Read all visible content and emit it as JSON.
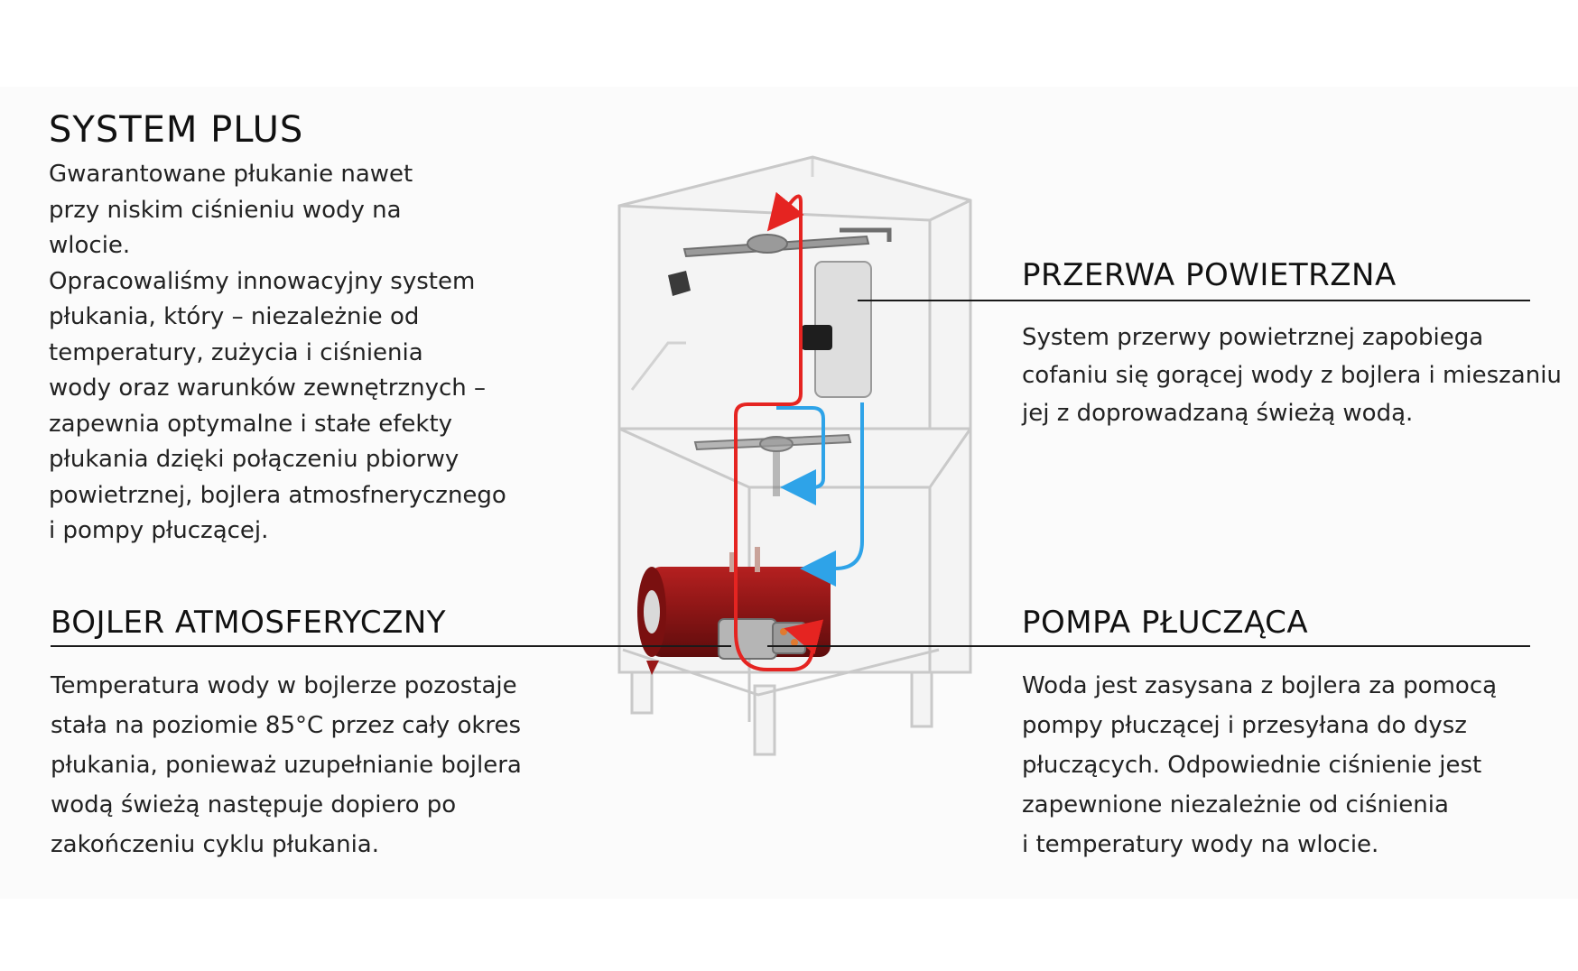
{
  "system_plus": {
    "title": "SYSTEM PLUS",
    "body": "Gwarantowane płukanie nawet\nprzy niskim ciśnieniu wody na\nwlocie.\nOpracowaliśmy innowacyjny system\npłukania, który – niezależnie od\ntemperatury, zużycia i ciśnienia\nwody oraz warunków zewnętrznych –\nzapewnia optymalne i stałe efekty\npłukania dzięki połączeniu pbiorwy\npowietrznej, bojlera atmosfnerycznego\ni pompy płuczącej."
  },
  "air_gap": {
    "title": "PRZERWA POWIETRZNA",
    "body": "System przerwy powietrznej zapobiega\ncofaniu się gorącej wody z bojlera i mieszaniu\njej z doprowadzaną świeżą wodą."
  },
  "boiler": {
    "title": "BOJLER ATMOSFERYCZNY",
    "body": "Temperatura wody w bojlerze pozostaje\nstała na poziomie 85°C przez cały okres\npłukania, ponieważ uzupełnianie bojlera\nwodą świeżą następuje dopiero po\nzakończeniu cyklu płukania."
  },
  "pump": {
    "title": "POMPA PŁUCZĄCA",
    "body": "Woda jest zasysana z bojlera za pomocą\npompy płuczącej i przesyłana do dysz\npłuczących. Odpowiednie ciśnienie jest\nzapewnione niezależnie od ciśnienia\ni temperatury wody na wlocie."
  },
  "colors": {
    "hot_water": "#e52421",
    "cold_water": "#2ea3e8",
    "boiler": "#8e1616",
    "machine_outline": "#c9c9c9"
  }
}
